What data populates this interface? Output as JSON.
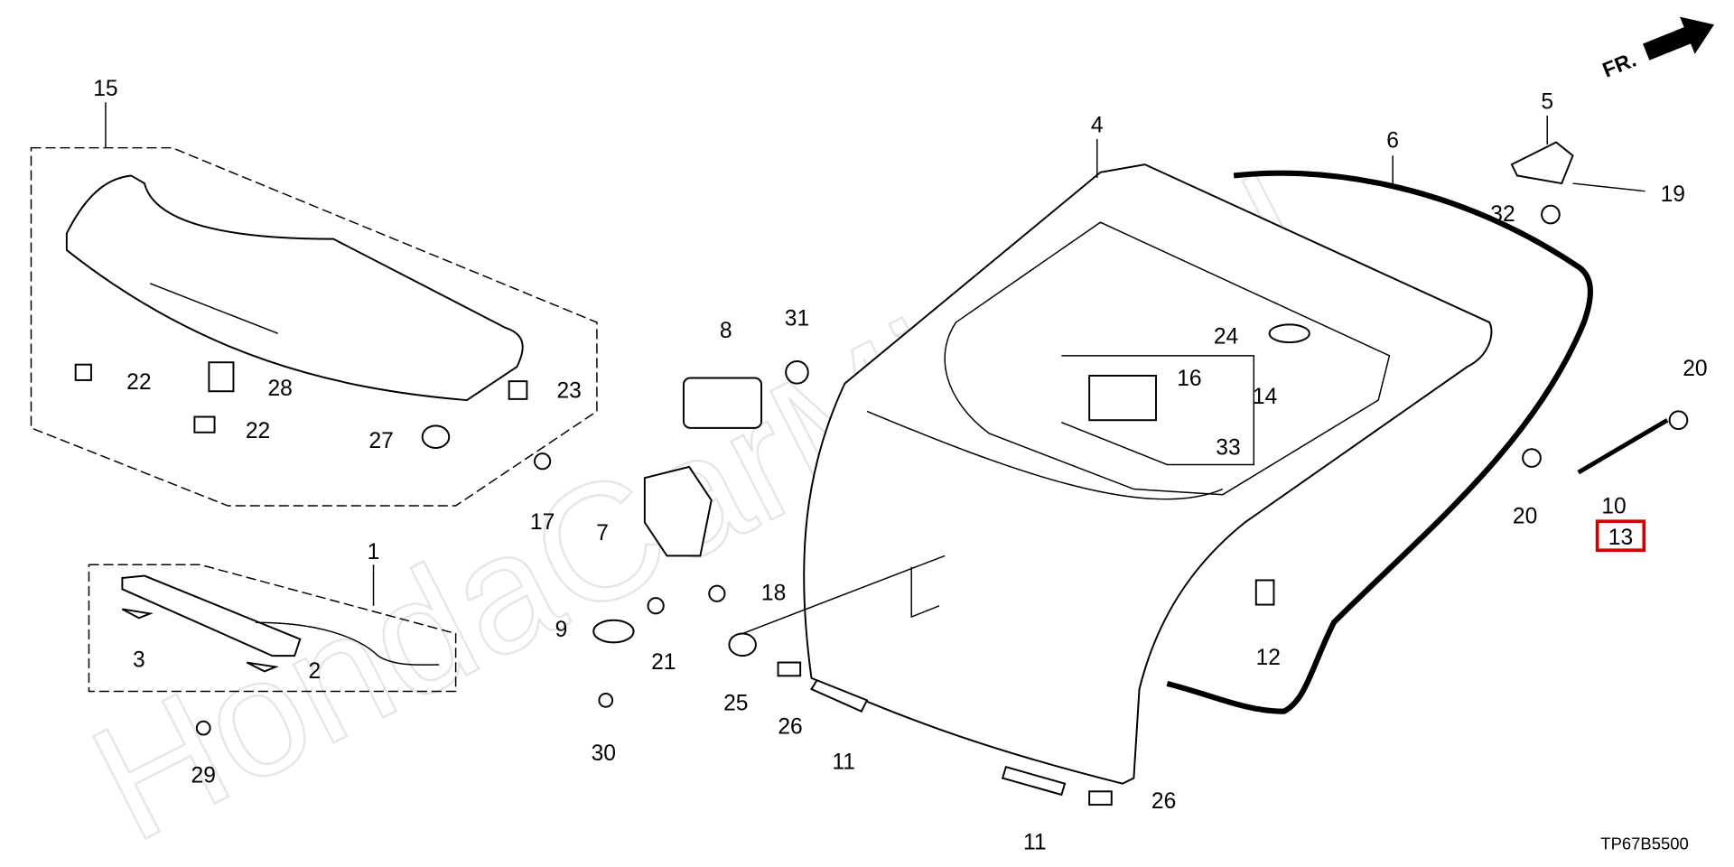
{
  "watermark": "HondaCarMine.ru",
  "front_marker": {
    "label": "FR.",
    "icon": "arrow-right-icon"
  },
  "diagram_code": "TP67B5500",
  "highlight_color": "#d00000",
  "callouts": [
    "15",
    "4",
    "6",
    "5",
    "19",
    "32",
    "22",
    "28",
    "23",
    "22",
    "8",
    "31",
    "27",
    "24",
    "16",
    "14",
    "33",
    "20",
    "17",
    "7",
    "20",
    "10",
    "13",
    "1",
    "18",
    "3",
    "2",
    "9",
    "21",
    "12",
    "25",
    "26",
    "11",
    "30",
    "29",
    "11",
    "26"
  ],
  "boxed_callout": "13"
}
